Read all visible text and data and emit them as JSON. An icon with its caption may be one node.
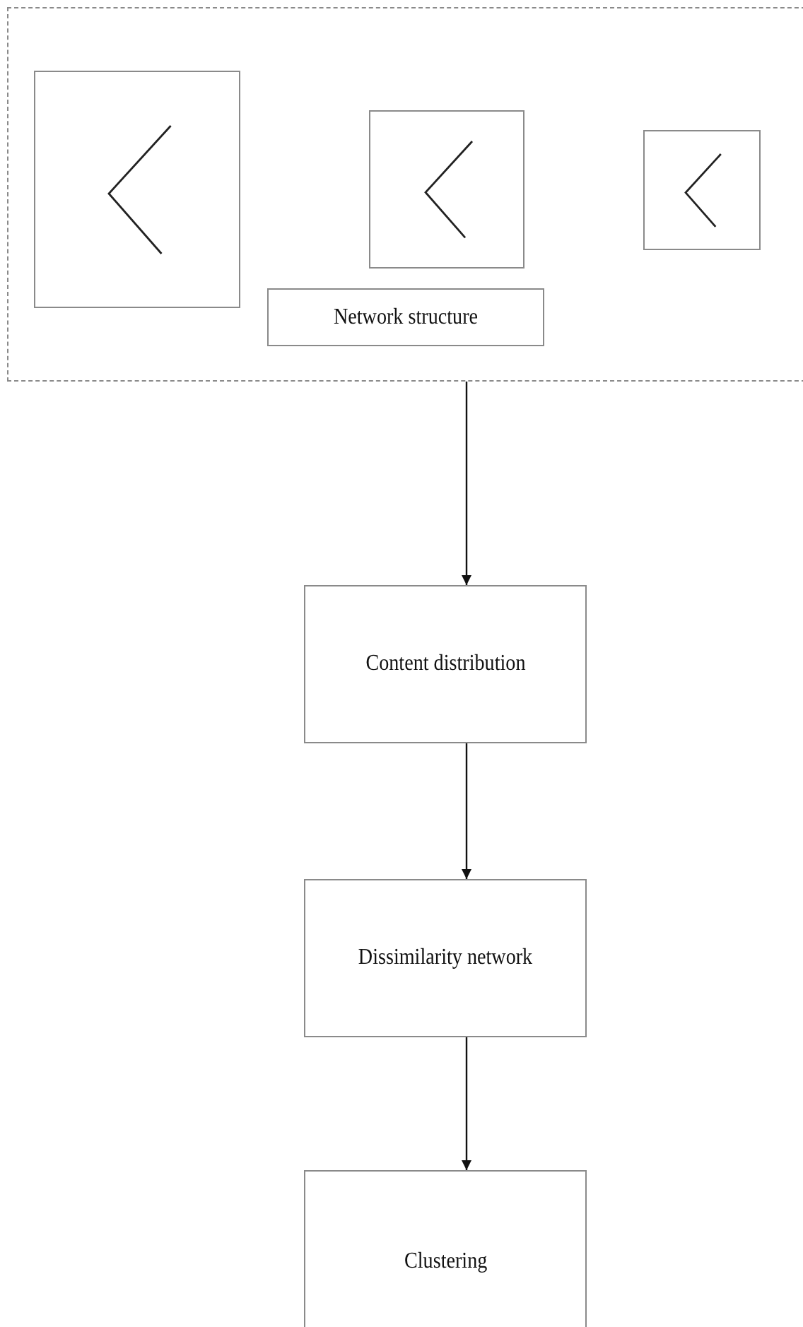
{
  "diagram": {
    "nodes": [
      {
        "text": [],
        "shape": "box"
      },
      {
        "text": [],
        "shape": "box",
        "in": 0
      },
      {
        "text": [],
        "shape": "box",
        "in": 0
      },
      {
        "text": [],
        "shape": "box",
        "in": 0
      },
      {
        "text": [
          "Network structure"
        ],
        "in": 0
      },
      {
        "text": [
          "Content distribution"
        ]
      },
      {
        "text": [
          "Dissimilarity network"
        ]
      },
      {
        "text": [
          "Clustering"
        ]
      }
    ],
    "edges": [
      {
        "from": 0,
        "to": 5,
        "arrow": "to"
      },
      {
        "from": 5,
        "to": 6,
        "arrow": "to"
      },
      {
        "from": 6,
        "to": 7,
        "arrow": "to"
      }
    ]
  }
}
